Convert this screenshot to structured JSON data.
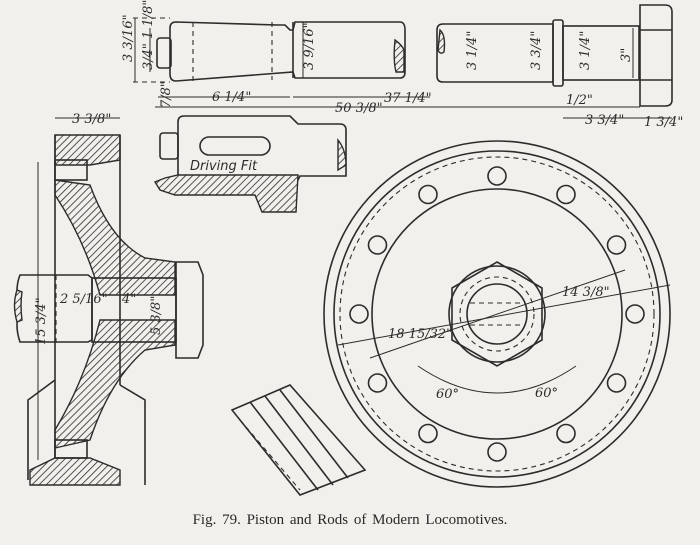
{
  "figure": {
    "caption": "Fig. 79.   Piston and Rods of Modern Locomotives."
  },
  "piston_rod": {
    "dims": {
      "end_dia": "3 3/16\"",
      "step_dia": "3/4\" 1 1/8\"",
      "collar": "7/8\"",
      "taper_len": "6 1/4\"",
      "rod_dia": "3 9/16\"",
      "overall_len": "50 3/8\"",
      "rod_len": "37 1/4\""
    }
  },
  "rod_end": {
    "dims": {
      "body_dia": "3 1/4\"",
      "collar_dia": "3 3/4\"",
      "neck_dia": "3 1/4\"",
      "thread_dia": "3\"",
      "shoulder": "1/2\"",
      "thread_len": "3 3/4\"",
      "nut_len": "1 3/4\""
    }
  },
  "crosshead": {
    "label": "Driving Fit"
  },
  "piston_section": {
    "dims": {
      "width": "3 3/8\"",
      "depth": "15 3/4\"",
      "fit_dia": "2 5/16\"",
      "hub_len": "4\"",
      "hub_dia": "5 3/8\""
    }
  },
  "piston_face": {
    "dims": {
      "outer_dia": "18 15/32\"",
      "bolt_circle": "14 3/8\"",
      "angle_left": "60°",
      "angle_right": "60°"
    },
    "bolt_holes": 12
  }
}
